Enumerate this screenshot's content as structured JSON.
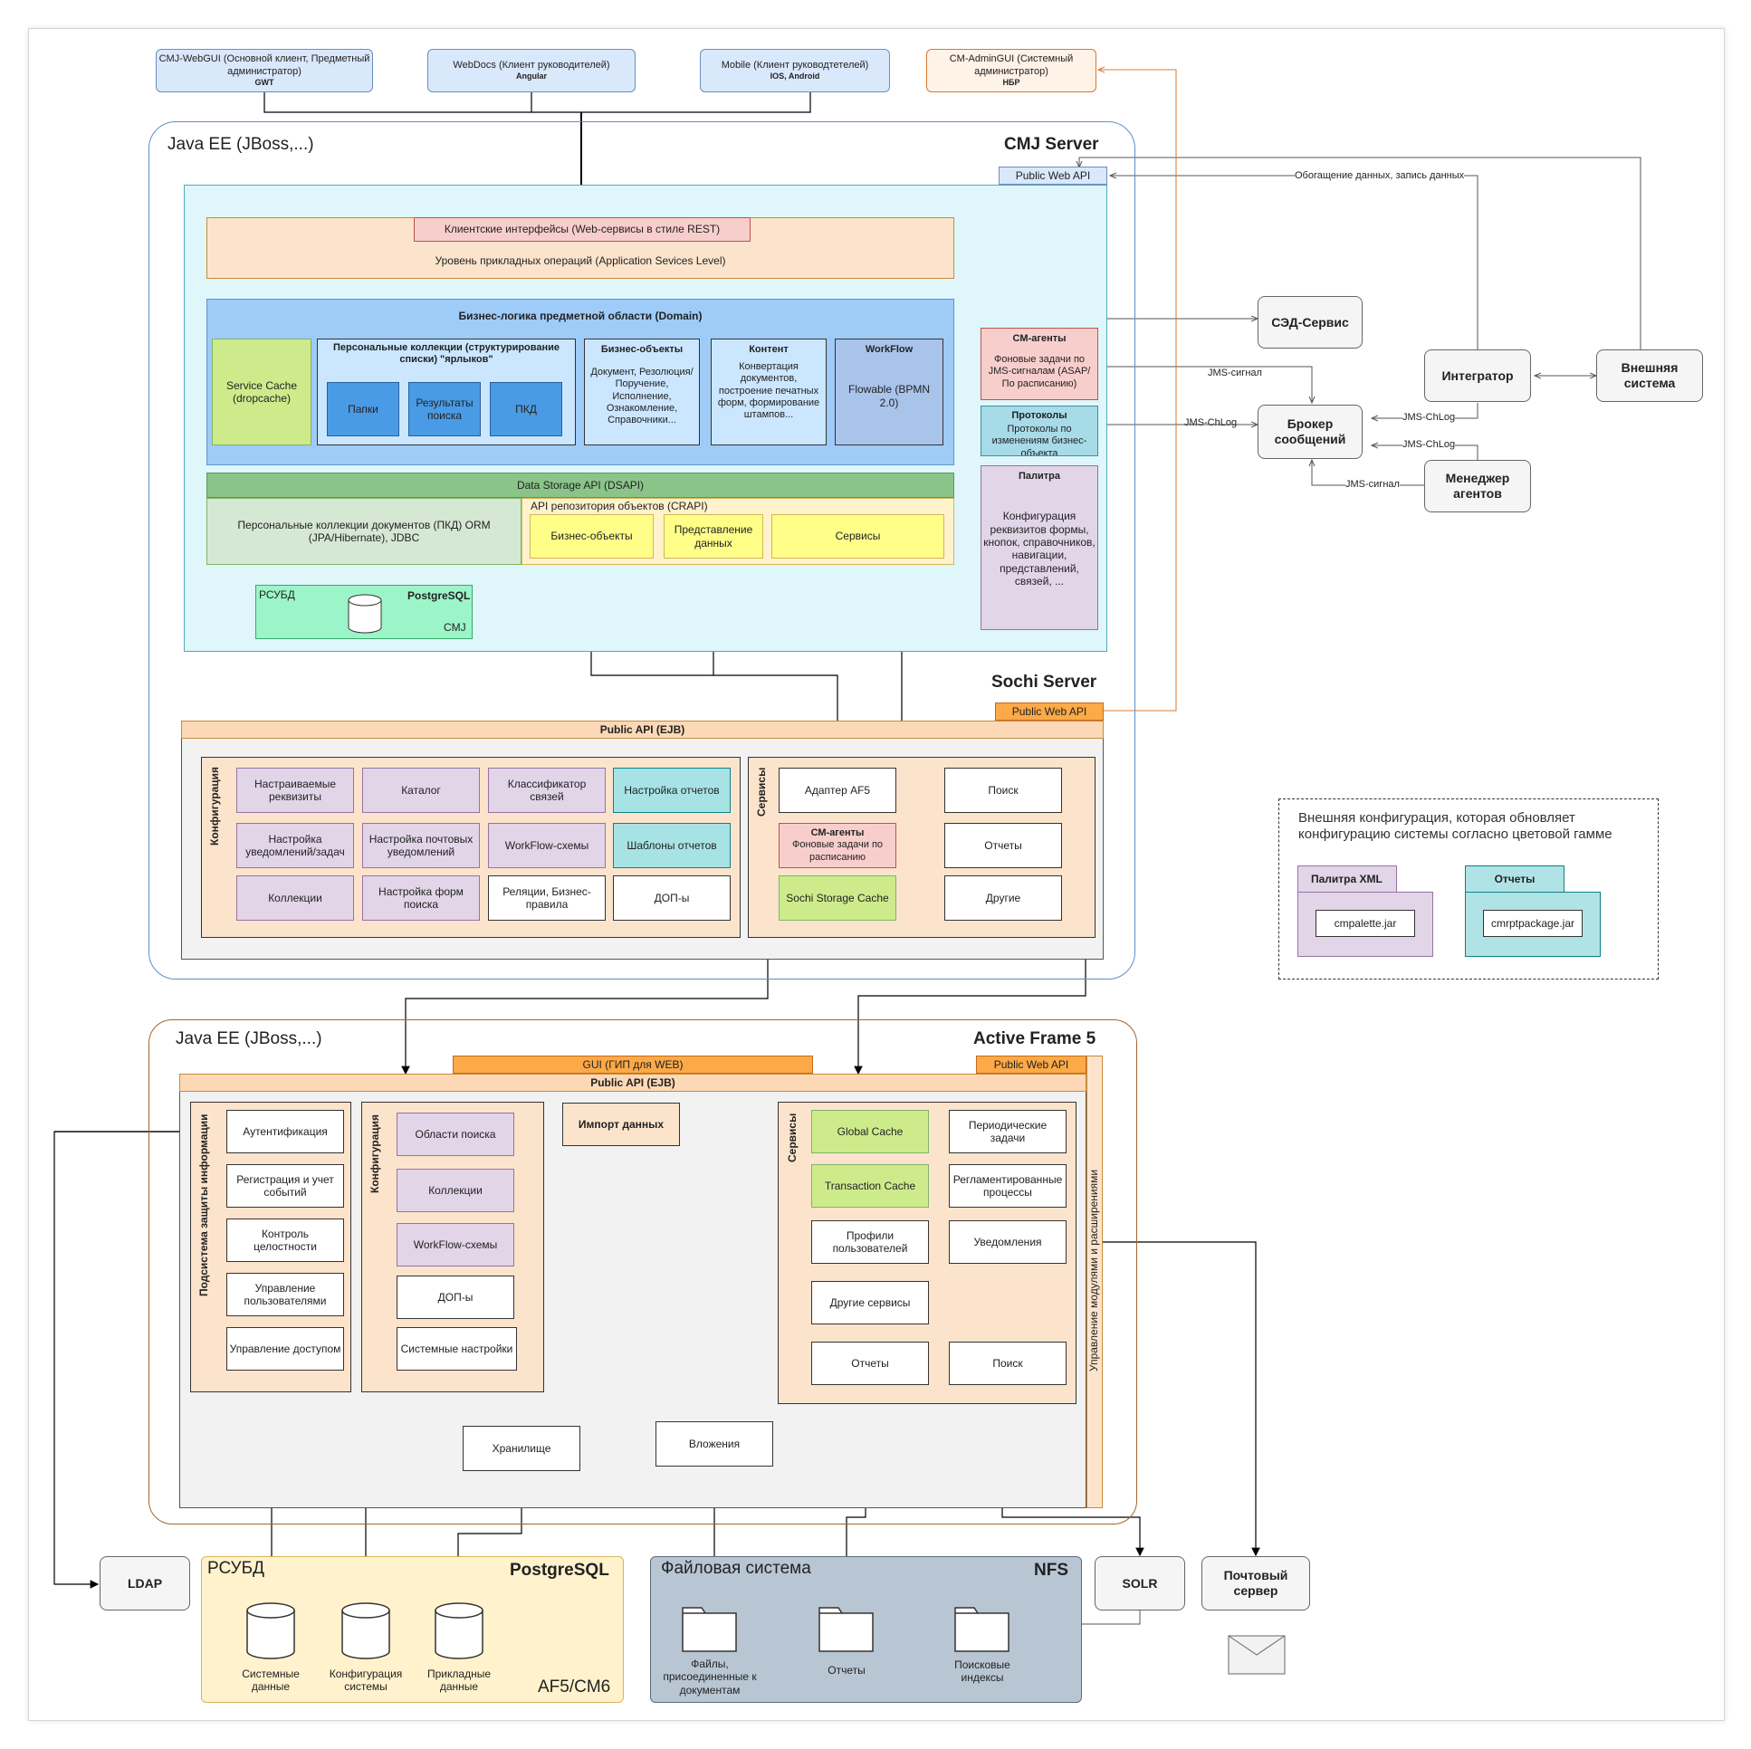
{
  "clients": {
    "webgui": {
      "title": "CMJ-WebGUI (Основной клиент, Предметный администратор)",
      "tech": "GWT"
    },
    "webdocs": {
      "title": "WebDocs (Клиент руководителей)",
      "tech": "Angular"
    },
    "mobile": {
      "title": "Mobile (Клиент руководтетелей)",
      "tech": "IOS, Android"
    },
    "admingui": {
      "title": "CM-AdminGUI (Системный администратор)",
      "tech": "НБР"
    }
  },
  "cmj": {
    "javaee": "Java EE (JBoss,...)",
    "server": "CMJ Server",
    "public_web_api": "Public Web API",
    "rest": "Клиентские интерфейсы (Web-сервисы в стиле REST)",
    "asl": "Уровень прикладных операций (Application Sevices Level)",
    "domain": "Бизнес-логика предметной области (Domain)",
    "service_cache": "Service Cache (dropcache)",
    "personal_title": "Персональные коллекции (структурирование списки) \"ярлыков\"",
    "papki": "Папки",
    "results": "Результаты поиска",
    "pkd": "ПКД",
    "bo_title": "Бизнес-объекты",
    "bo_text": "Документ, Резолюция/ Поручение, Исполнение, Ознакомление, Справочники...",
    "content_title": "Контент",
    "content_text": "Конвертация документов, построение печатных форм, формирование штампов...",
    "wf_title": "WorkFlow",
    "wf_text": "Flowable (BPMN 2.0)",
    "cm_agents_title": "CM-агенты",
    "cm_agents_text": "Фоновые задачи по JMS-сигналам (ASAP/По расписанию)",
    "protocols_title": "Протоколы",
    "protocols_text": "Протоколы по изменениям бизнес-объекта",
    "palette_title": "Палитра",
    "palette_text": "Конфигурация реквизитов формы, кнопок, справочников, навигации, представлений, связей, ...",
    "dsapi": "Data Storage API (DSAPI)",
    "pkd_orm": "Персональные коллекции документов (ПКД) ORM (JPA/Hibernate), JDBC",
    "crapi": "API репозитория объектов (CRAPI)",
    "crapi_bo": "Бизнес-объекты",
    "crapi_view": "Представление данных",
    "crapi_services": "Сервисы",
    "rdbms": "РСУБД",
    "postgres": "PostgreSQL",
    "cmj_db": "CMJ"
  },
  "sochi": {
    "server": "Sochi Server",
    "public_web_api": "Public Web API",
    "public_api": "Public API (EJB)",
    "config_label": "Конфигурация",
    "services_label": "Сервисы",
    "config_items": [
      "Настраиваемые реквизиты",
      "Каталог",
      "Классификатор связей",
      "Настройка отчетов",
      "Настройка уведомлений/задач",
      "Настройка почтовых уведомлений",
      "WorkFlow-схемы",
      "Шаблоны отчетов",
      "Коллекции",
      "Настройка форм поиска",
      "Реляции, Бизнес-правила",
      "ДОП-ы"
    ],
    "adapter": "Адаптер AF5",
    "cm_agents_title": "СМ-агенты",
    "cm_agents_text": "Фоновые задачи по расписанию",
    "sochi_cache": "Sochi Storage Cache",
    "search": "Поиск",
    "reports": "Отчеты",
    "other": "Другие"
  },
  "external": {
    "sed": "СЭД-Сервис",
    "broker": "Брокер сообщений",
    "integrator": "Интегратор",
    "external_system": "Внешняя система",
    "agent_manager": "Менеджер агентов",
    "enrich": "Обогащение данных, запись данных",
    "jms_signal": "JMS-сигнал",
    "jms_chlog": "JMS-ChLog"
  },
  "legend": {
    "text": "Внешняя конфигурация, которая обновляет конфигурацию системы согласно цветовой гамме",
    "palette_xml": "Палитра XML",
    "palette_jar": "cmpalette.jar",
    "reports": "Отчеты",
    "reports_jar": "cmrptpackage.jar"
  },
  "af5": {
    "javaee": "Java EE (JBoss,...)",
    "title": "Active Frame 5",
    "gui": "GUI (ГИП для WEB)",
    "public_web_api": "Public Web API",
    "public_api": "Public API (EJB)",
    "modules": "Управление модулями и расширениями",
    "security_label": "Подсистема защиты информации",
    "security_items": [
      "Аутентификация",
      "Регистрация и учет событий",
      "Контроль целостности",
      "Управление пользователями",
      "Управление доступом"
    ],
    "config_label": "Конфигурация",
    "config_items": [
      "Области поиска",
      "Коллекции",
      "WorkFlow-схемы",
      "ДОП-ы",
      "Системные настройки"
    ],
    "import": "Импорт данных",
    "services_label": "Сервисы",
    "global_cache": "Global Cache",
    "periodic": "Периодические задачи",
    "transaction_cache": "Transaction Cache",
    "regl": "Регламентированные процессы",
    "profiles": "Профили пользователей",
    "notifications": "Уведомления",
    "other_services": "Другие сервисы",
    "reports": "Отчеты",
    "search": "Поиск",
    "storage": "Хранилище",
    "attachments": "Вложения"
  },
  "bottom": {
    "ldap": "LDAP",
    "rdbms": "РСУБД",
    "postgres": "PostgreSQL",
    "af5cm6": "AF5/CM6",
    "db_system": "Системные данные",
    "db_config": "Конфигурация системы",
    "db_applied": "Прикладные данные",
    "fs": "Файловая система",
    "nfs": "NFS",
    "fs_files": "Файлы, присоединенные к документам",
    "fs_reports": "Отчеты",
    "fs_index": "Поисковые индексы",
    "solr": "SOLR",
    "mail": "Почтовый сервер"
  },
  "colors": {
    "blue_client": "#dae8fc",
    "orange_client": "#fff2e6",
    "cyan_panel": "#dff6fa",
    "peach": "#fce4cc",
    "domain_blue": "#9fcbf8",
    "green": "#cdeb8b",
    "purple": "#e1d5e7",
    "teal": "#a7e3e5",
    "yellow": "#fffe88",
    "pink": "#f8cecc",
    "orange": "#fca947",
    "postgres_yellow": "#fff2cc",
    "fs_gray": "#b8c6d3"
  }
}
